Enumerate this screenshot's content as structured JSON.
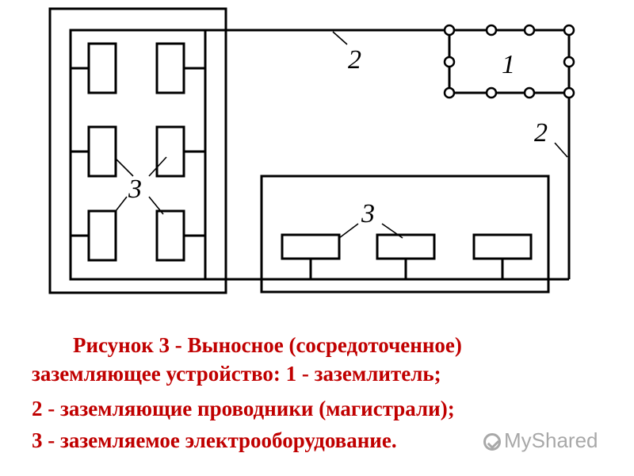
{
  "diagram": {
    "labels": {
      "grounding_electrode": "1",
      "conductor_top": "2",
      "conductor_right": "2",
      "equipment_left": "3",
      "equipment_right": "3"
    }
  },
  "caption": {
    "line1": "Рисунок 3 - Выносное (сосредоточенное)",
    "line2": "заземляющее устройство: 1 - заземлитель;",
    "line3": "2 - заземляющие проводники (магистрали);",
    "line4": "3 - заземляемое электрооборудование."
  },
  "watermark": {
    "text": "MyShared"
  }
}
